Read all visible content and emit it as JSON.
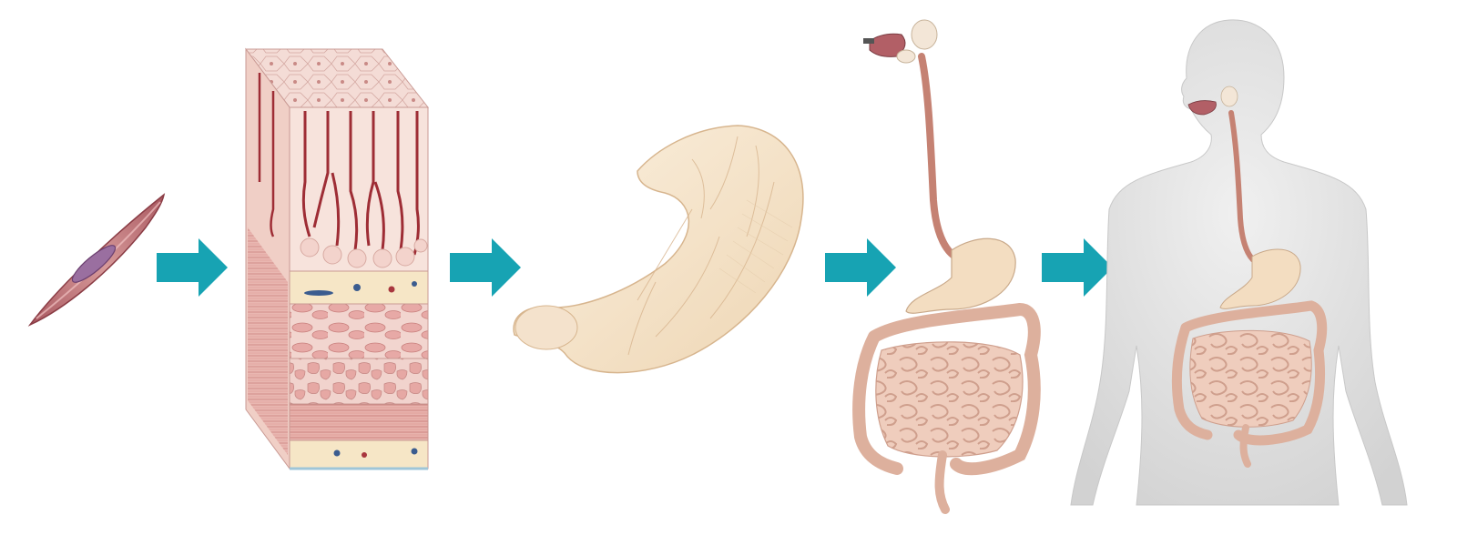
{
  "diagram": {
    "stages": [
      {
        "id": "cell",
        "icon": "smooth-muscle-cell-icon"
      },
      {
        "id": "tissue",
        "icon": "stomach-wall-tissue-block-icon"
      },
      {
        "id": "organ",
        "icon": "stomach-organ-icon"
      },
      {
        "id": "organ-system",
        "icon": "digestive-system-icon"
      },
      {
        "id": "organism",
        "icon": "human-body-icon"
      }
    ],
    "arrows": 4,
    "colors": {
      "arrow": "#17a3b3",
      "muscle": "#c98585",
      "muscle_dark": "#8a3c45",
      "tissue_pink": "#efcaca",
      "tissue_cream": "#f6e6c6",
      "organ": "#f6e2c8",
      "intestine": "#eec9b8",
      "body_silhouette": "#dcdcdc"
    }
  }
}
